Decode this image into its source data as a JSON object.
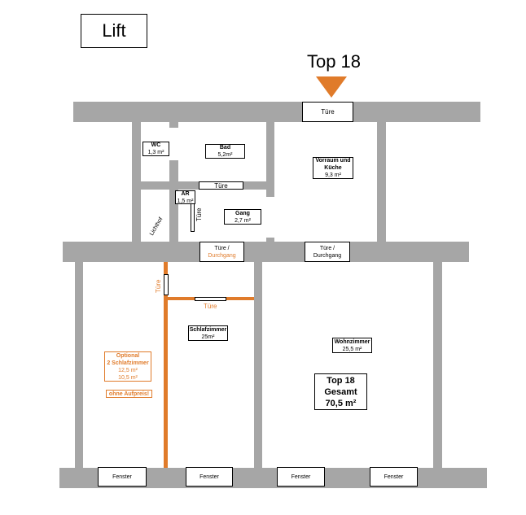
{
  "lift_label": "Lift",
  "unit_title": "Top 18",
  "entrance_door": "Türe",
  "rooms": {
    "wc": {
      "name": "WC",
      "area": "1,3 m²"
    },
    "bad": {
      "name": "Bad",
      "area": "5,2m²"
    },
    "vorraum": {
      "name": "Vorraum und Küche",
      "area": "9,3 m²"
    },
    "ar": {
      "name": "AR",
      "area": "1,5 m²"
    },
    "gang": {
      "name": "Gang",
      "area": "2,7 m²"
    },
    "schlafzimmer": {
      "name": "Schlafzimmer",
      "area": "25m²"
    },
    "wohnzimmer": {
      "name": "Wohnzimmer",
      "area": "25,5 m²"
    }
  },
  "lichthof": "Lichthof",
  "doors": {
    "bad": "Türe",
    "ar": "Türe",
    "opt1": "Türe",
    "opt2": "Türe",
    "durch1_a": "Türe /",
    "durch1_b": "Durchgang",
    "durch2_a": "Türe /",
    "durch2_b": "Durchgang"
  },
  "optional": {
    "title": "Optional",
    "line2": "2 Schlafzimmer",
    "area1": "12,5 m²",
    "area2": "10,5 m²",
    "note": "ohne Aufpreis!"
  },
  "total": {
    "line1": "Top 18",
    "line2": "Gesamt",
    "line3": "70,5 m²"
  },
  "windows": [
    "Fenster",
    "Fenster",
    "Fenster",
    "Fenster"
  ],
  "colors": {
    "wall": "#a6a6a6",
    "accent": "#e07b2a"
  }
}
